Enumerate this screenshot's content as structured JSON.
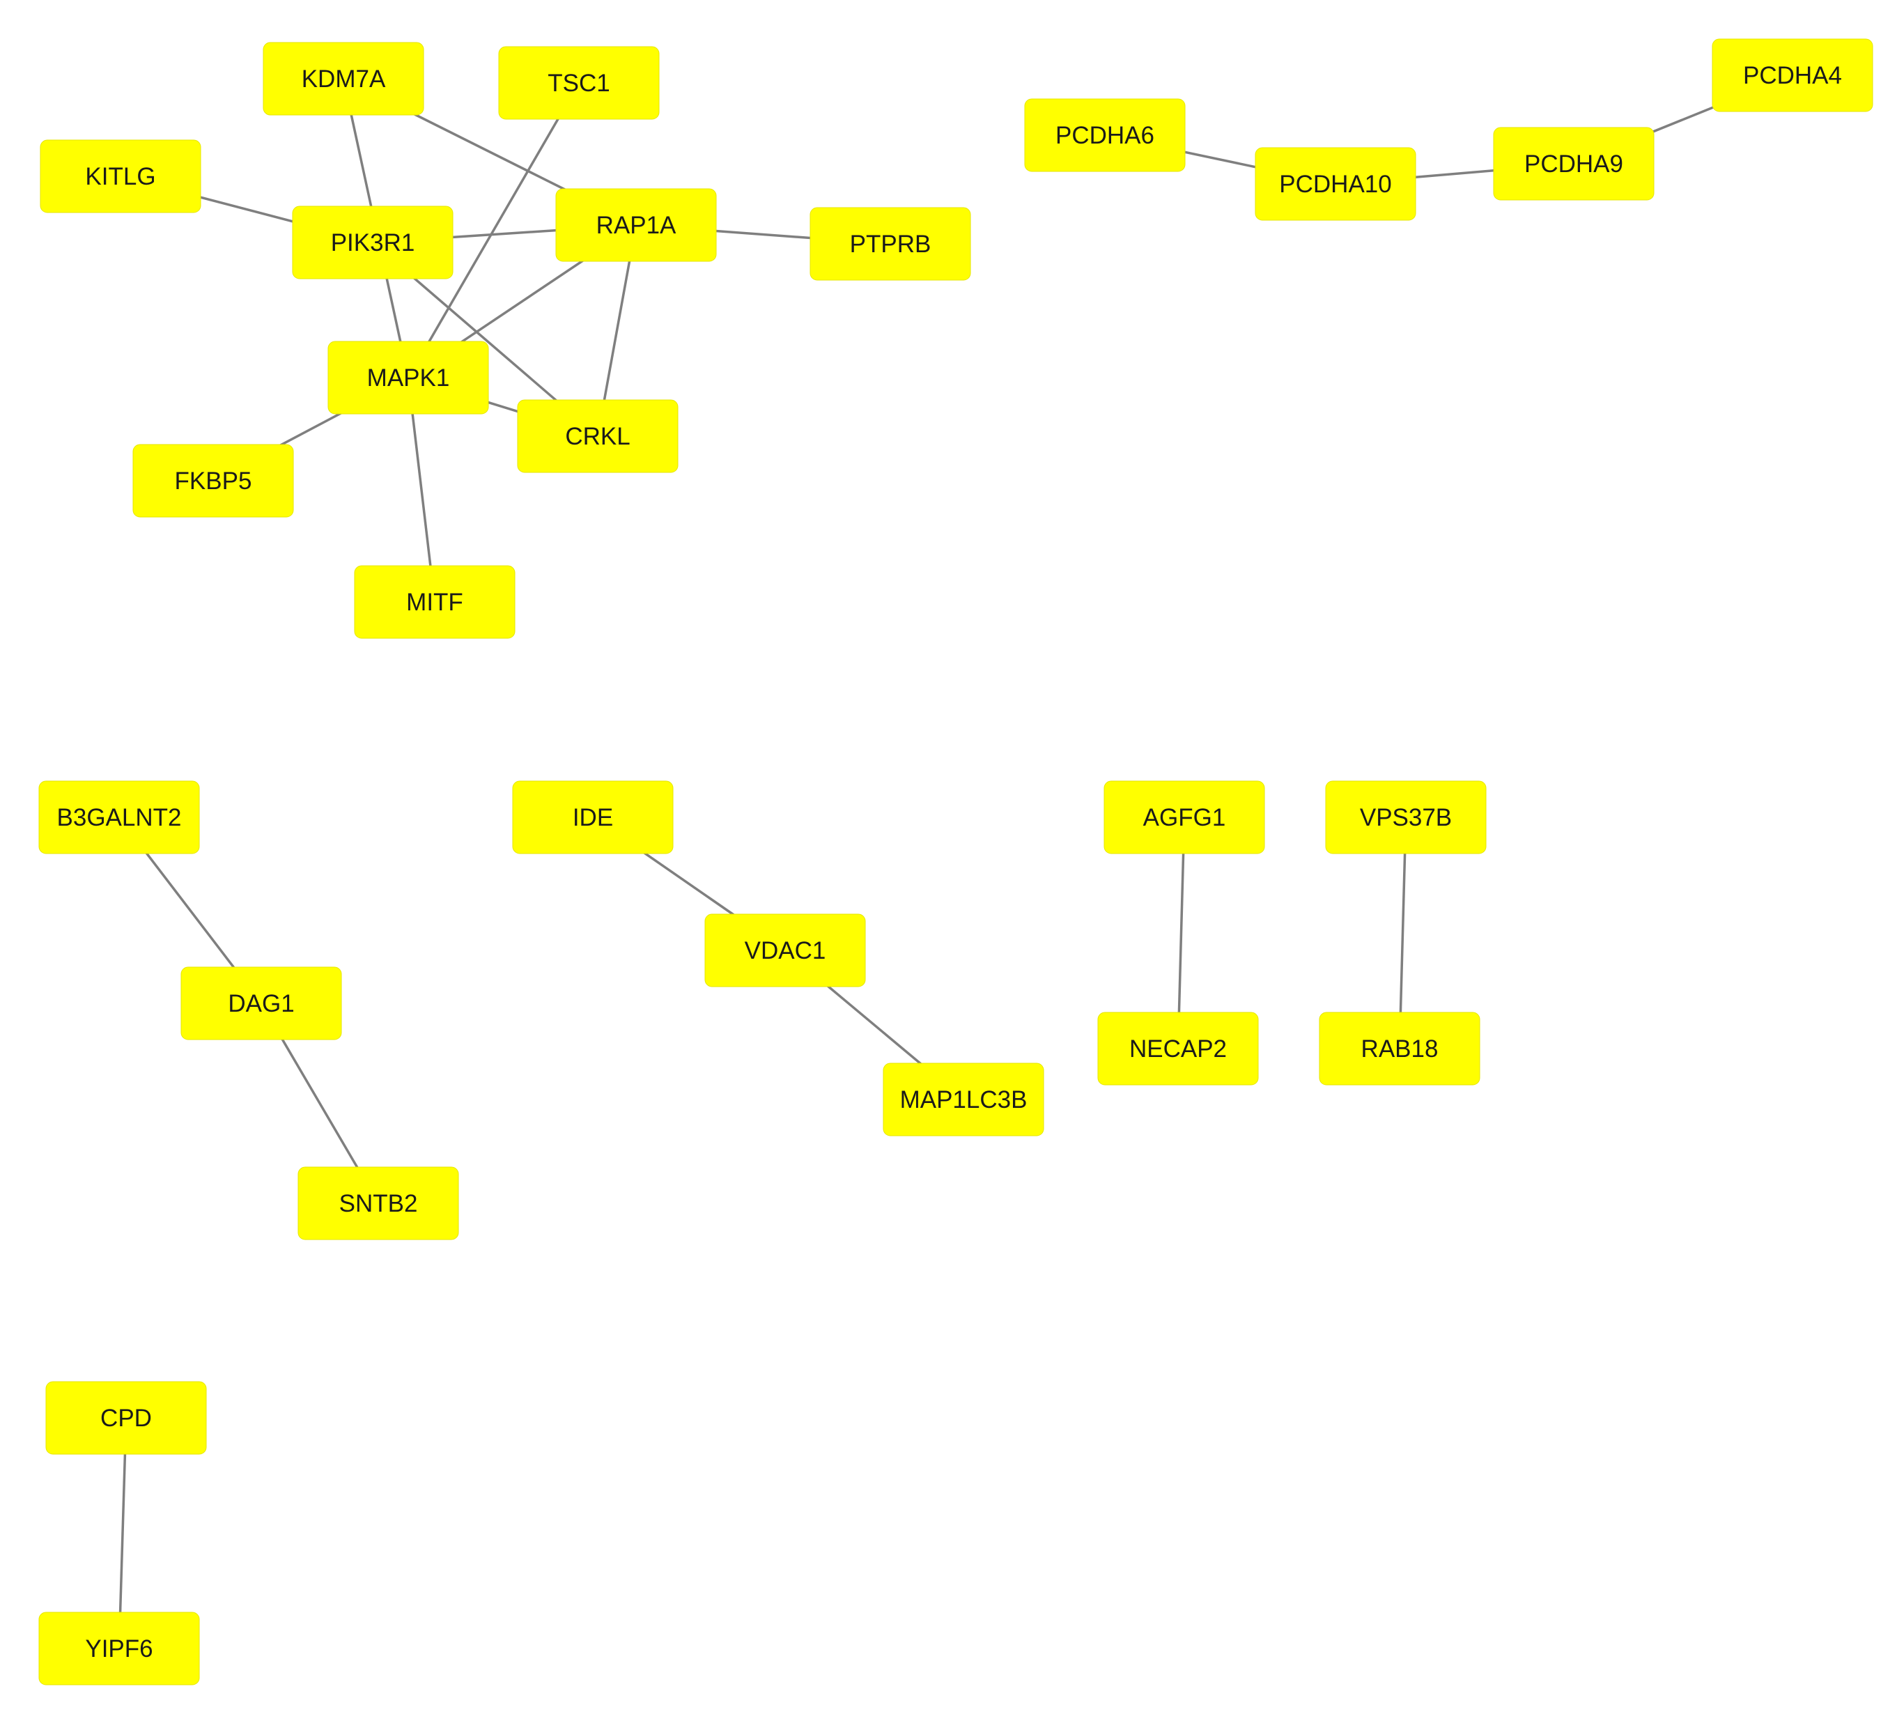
{
  "colors": {
    "node_fill": "#ffff00",
    "edge": "#7f7f7f",
    "label": "#1a1a1a",
    "background": "#ffffff"
  },
  "nodes": [
    {
      "id": "KDM7A",
      "label": "KDM7A"
    },
    {
      "id": "TSC1",
      "label": "TSC1"
    },
    {
      "id": "KITLG",
      "label": "KITLG"
    },
    {
      "id": "PIK3R1",
      "label": "PIK3R1"
    },
    {
      "id": "RAP1A",
      "label": "RAP1A"
    },
    {
      "id": "PTPRB",
      "label": "PTPRB"
    },
    {
      "id": "MAPK1",
      "label": "MAPK1"
    },
    {
      "id": "CRKL",
      "label": "CRKL"
    },
    {
      "id": "FKBP5",
      "label": "FKBP5"
    },
    {
      "id": "MITF",
      "label": "MITF"
    },
    {
      "id": "PCDHA6",
      "label": "PCDHA6"
    },
    {
      "id": "PCDHA10",
      "label": "PCDHA10"
    },
    {
      "id": "PCDHA9",
      "label": "PCDHA9"
    },
    {
      "id": "PCDHA4",
      "label": "PCDHA4"
    },
    {
      "id": "B3GALNT2",
      "label": "B3GALNT2"
    },
    {
      "id": "DAG1",
      "label": "DAG1"
    },
    {
      "id": "SNTB2",
      "label": "SNTB2"
    },
    {
      "id": "IDE",
      "label": "IDE"
    },
    {
      "id": "VDAC1",
      "label": "VDAC1"
    },
    {
      "id": "MAP1LC3B",
      "label": "MAP1LC3B"
    },
    {
      "id": "AGFG1",
      "label": "AGFG1"
    },
    {
      "id": "NECAP2",
      "label": "NECAP2"
    },
    {
      "id": "VPS37B",
      "label": "VPS37B"
    },
    {
      "id": "RAB18",
      "label": "RAB18"
    },
    {
      "id": "CPD",
      "label": "CPD"
    },
    {
      "id": "YIPF6",
      "label": "YIPF6"
    }
  ],
  "edges": [
    [
      "KDM7A",
      "RAP1A"
    ],
    [
      "KDM7A",
      "MAPK1"
    ],
    [
      "TSC1",
      "MAPK1"
    ],
    [
      "KITLG",
      "PIK3R1"
    ],
    [
      "PIK3R1",
      "RAP1A"
    ],
    [
      "PIK3R1",
      "CRKL"
    ],
    [
      "RAP1A",
      "PTPRB"
    ],
    [
      "RAP1A",
      "MAPK1"
    ],
    [
      "RAP1A",
      "CRKL"
    ],
    [
      "MAPK1",
      "CRKL"
    ],
    [
      "MAPK1",
      "FKBP5"
    ],
    [
      "MAPK1",
      "MITF"
    ],
    [
      "PCDHA6",
      "PCDHA10"
    ],
    [
      "PCDHA10",
      "PCDHA9"
    ],
    [
      "PCDHA9",
      "PCDHA4"
    ],
    [
      "B3GALNT2",
      "DAG1"
    ],
    [
      "DAG1",
      "SNTB2"
    ],
    [
      "IDE",
      "VDAC1"
    ],
    [
      "VDAC1",
      "MAP1LC3B"
    ],
    [
      "AGFG1",
      "NECAP2"
    ],
    [
      "VPS37B",
      "RAB18"
    ],
    [
      "CPD",
      "YIPF6"
    ]
  ]
}
